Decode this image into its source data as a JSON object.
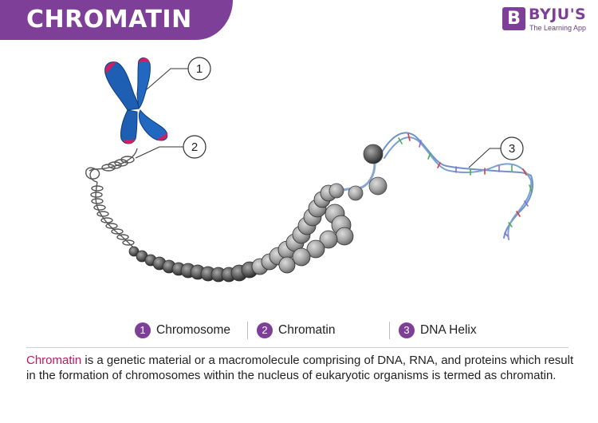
{
  "title": "CHROMATIN",
  "logo": {
    "mark": "B",
    "name": "BYJU'S",
    "tagline": "The Learning App"
  },
  "callouts": [
    {
      "number": "1"
    },
    {
      "number": "2"
    },
    {
      "number": "3"
    }
  ],
  "legend": [
    {
      "number": "1",
      "label": "Chromosome"
    },
    {
      "number": "2",
      "label": "Chromatin"
    },
    {
      "number": "3",
      "label": "DNA Helix"
    }
  ],
  "description": {
    "term": "Chromatin",
    "text": " is a genetic material or a macromolecule comprising of DNA, RNA, and proteins which result in the formation of chromosomes within the nucleus of eukaryotic organisms is termed as chromatin."
  },
  "colors": {
    "brand_purple": "#7d3f98",
    "chromosome_blue": "#1e5fb4",
    "chromosome_tip": "#d81b60",
    "chromatin_gray": "#9a9a9a",
    "helix_blue": "#6f93c8",
    "term_pink": "#c2185b"
  },
  "icons": [
    "chromosome-icon",
    "chromatin-fiber-icon",
    "dna-helix-icon"
  ]
}
